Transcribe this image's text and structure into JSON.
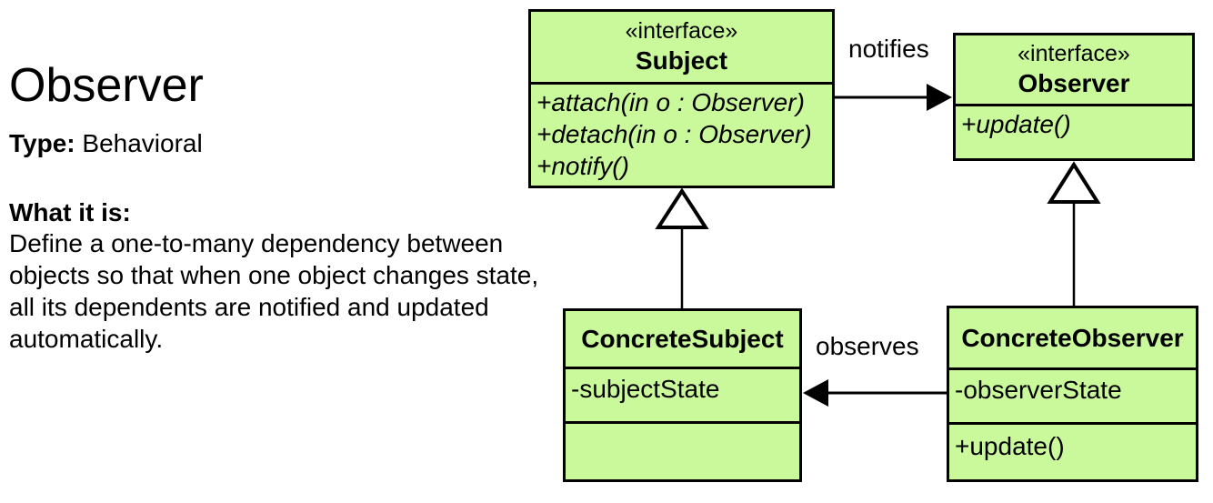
{
  "info": {
    "title": "Observer",
    "type_label": "Type:",
    "type_value": "Behavioral",
    "what_label": "What it is:",
    "description": "Define a one-to-many dependency between objects so that when one object changes state, all its dependents are notified and updated automatically."
  },
  "diagram": {
    "colors": {
      "class_fill": "#caf99c",
      "stroke": "#000000"
    },
    "classes": {
      "subject": {
        "stereotype": "«interface»",
        "name": "Subject",
        "methods": [
          "+attach(in o : Observer)",
          "+detach(in o : Observer)",
          "+notify()"
        ]
      },
      "observer": {
        "stereotype": "«interface»",
        "name": "Observer",
        "methods": [
          "+update()"
        ]
      },
      "concrete_subject": {
        "name": "ConcreteSubject",
        "attributes": [
          "-subjectState"
        ],
        "methods": []
      },
      "concrete_observer": {
        "name": "ConcreteObserver",
        "attributes": [
          "-observerState"
        ],
        "methods": [
          "+update()"
        ]
      }
    },
    "relations": [
      {
        "label": "notifies",
        "from": "Subject",
        "to": "Observer",
        "type": "directed-association"
      },
      {
        "label": "observes",
        "from": "ConcreteObserver",
        "to": "ConcreteSubject",
        "type": "directed-association"
      },
      {
        "label": "",
        "from": "ConcreteSubject",
        "to": "Subject",
        "type": "generalization"
      },
      {
        "label": "",
        "from": "ConcreteObserver",
        "to": "Observer",
        "type": "generalization"
      }
    ]
  }
}
